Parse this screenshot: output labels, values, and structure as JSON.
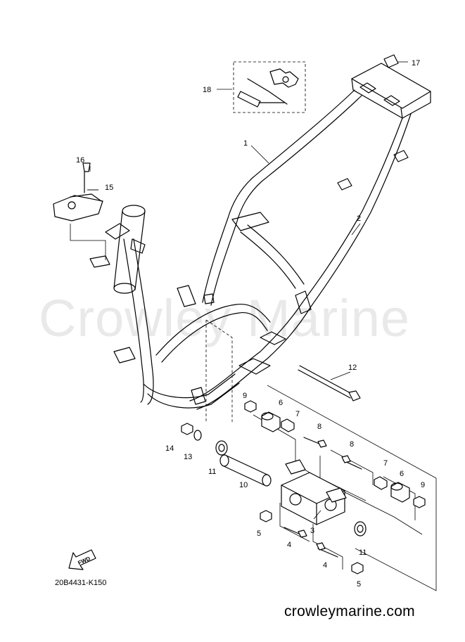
{
  "watermark": "Crowley Marine",
  "footer": {
    "diagram_code": "20B4431-K150",
    "website": "crowleymarine.com",
    "fwd_label": "FWD"
  },
  "callouts": {
    "c1": "1",
    "c2": "2",
    "c3": "3",
    "c4a": "4",
    "c4b": "4",
    "c5a": "5",
    "c5b": "5",
    "c6a": "6",
    "c6b": "6",
    "c7a": "7",
    "c7b": "7",
    "c8a": "8",
    "c8b": "8",
    "c9a": "9",
    "c9b": "9",
    "c10": "10",
    "c11a": "11",
    "c11b": "11",
    "c12": "12",
    "c13": "13",
    "c14": "14",
    "c15": "15",
    "c16": "16",
    "c17": "17",
    "c18": "18"
  }
}
